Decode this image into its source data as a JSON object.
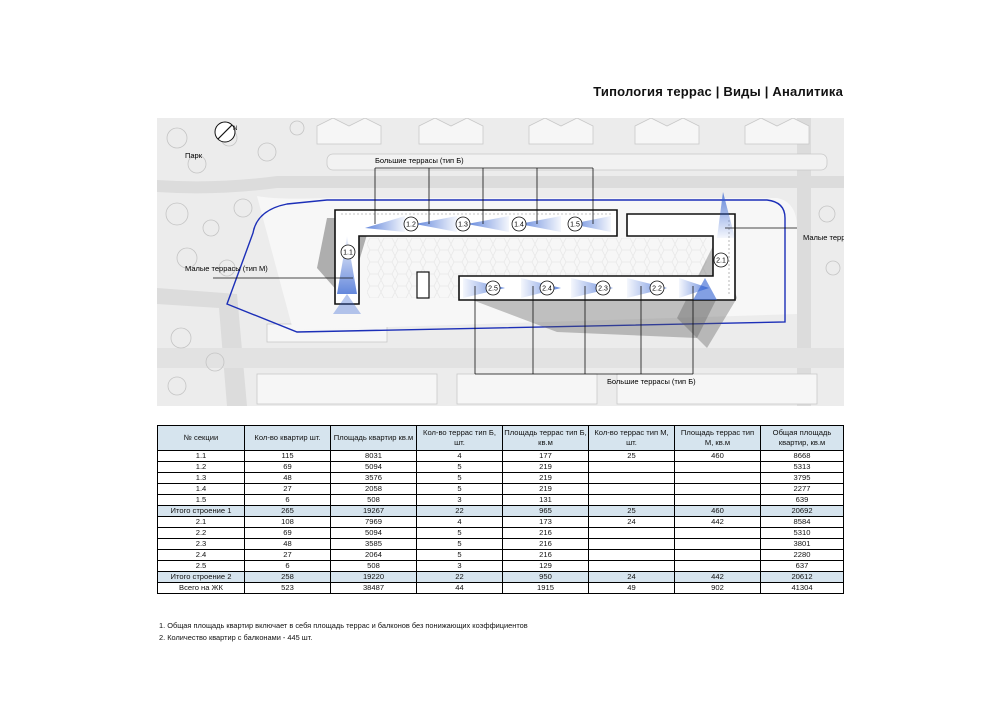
{
  "title": "Типология террас | Виды | Аналитика",
  "plan": {
    "park_label": "Парк",
    "compass_label": "N",
    "label_large_top": "Большие террасы (тип Б)",
    "label_large_bottom": "Большие террасы (тип Б)",
    "label_small_left": "Малые террасы (тип М)",
    "label_small_right": "Малые террасы (тип М)",
    "markers": [
      "1.1",
      "1.2",
      "1.3",
      "1.4",
      "1.5",
      "2.1",
      "2.2",
      "2.3",
      "2.4",
      "2.5"
    ],
    "colors": {
      "boundary": "#1c2fb8",
      "view_cone": "#2f5fd0",
      "site_gray": "#d9d9d9",
      "shadow": "#555555"
    }
  },
  "table": {
    "headers": [
      "№ секции",
      "Кол-во квартир шт.",
      "Площадь квартир кв.м",
      "Кол-во террас тип Б, шт.",
      "Площадь террас тип Б, кв.м",
      "Кол-во террас тип М, шт.",
      "Площадь террас тип М, кв.м",
      "Общая площадь квартир, кв.м"
    ],
    "rows": [
      [
        "1.1",
        "115",
        "8031",
        "4",
        "177",
        "25",
        "460",
        "8668"
      ],
      [
        "1.2",
        "69",
        "5094",
        "5",
        "219",
        "",
        "",
        "5313"
      ],
      [
        "1.3",
        "48",
        "3576",
        "5",
        "219",
        "",
        "",
        "3795"
      ],
      [
        "1.4",
        "27",
        "2058",
        "5",
        "219",
        "",
        "",
        "2277"
      ],
      [
        "1.5",
        "6",
        "508",
        "3",
        "131",
        "",
        "",
        "639"
      ],
      [
        "Итого строение 1",
        "265",
        "19267",
        "22",
        "965",
        "25",
        "460",
        "20692"
      ],
      [
        "2.1",
        "108",
        "7969",
        "4",
        "173",
        "24",
        "442",
        "8584"
      ],
      [
        "2.2",
        "69",
        "5094",
        "5",
        "216",
        "",
        "",
        "5310"
      ],
      [
        "2.3",
        "48",
        "3585",
        "5",
        "216",
        "",
        "",
        "3801"
      ],
      [
        "2.4",
        "27",
        "2064",
        "5",
        "216",
        "",
        "",
        "2280"
      ],
      [
        "2.5",
        "6",
        "508",
        "3",
        "129",
        "",
        "",
        "637"
      ],
      [
        "Итого строение 2",
        "258",
        "19220",
        "22",
        "950",
        "24",
        "442",
        "20612"
      ],
      [
        "Всего на ЖК",
        "523",
        "38487",
        "44",
        "1915",
        "49",
        "902",
        "41304"
      ]
    ],
    "total_rows": [
      5,
      11
    ]
  },
  "notes": [
    "1. Общая площадь квартир включает в себя площадь террас и балконов без понижающих коэффициентов",
    "2. Количество квартир с балконами - 445 шт."
  ]
}
